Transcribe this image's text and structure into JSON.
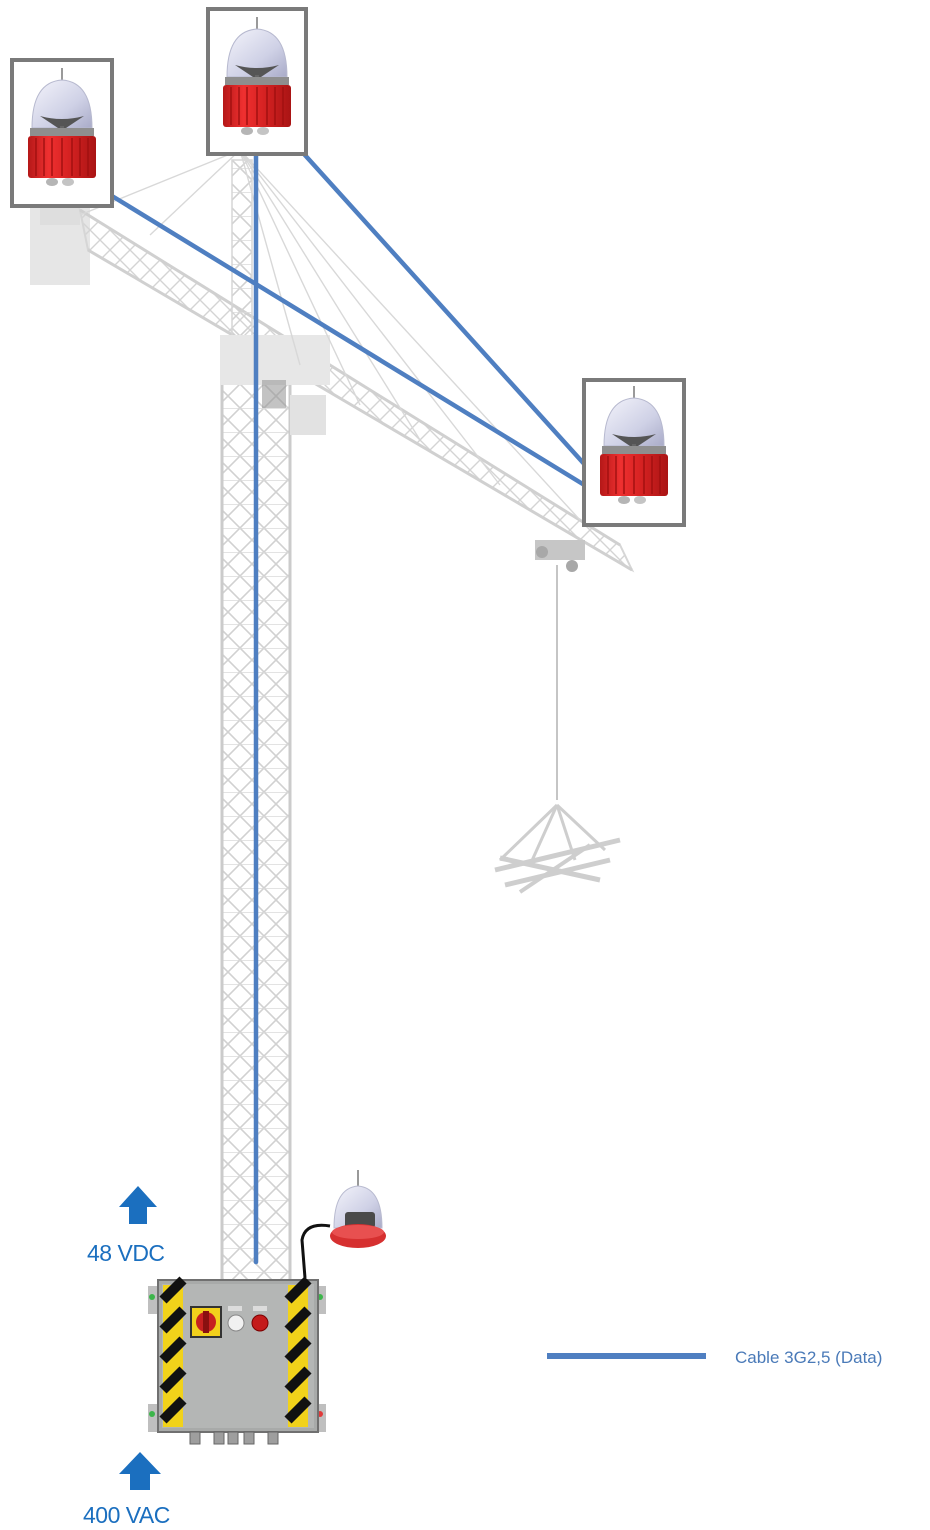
{
  "labels": {
    "dc_input": "48 VDC",
    "ac_input": "400 VAC"
  },
  "legend": {
    "cable_label": "Cable 3G2,5 (Data)",
    "cable_color": "#4f7fc1"
  },
  "colors": {
    "arrow": "#1b6fbf",
    "crane": "#d7d7d7",
    "frame": "#7a7a7a",
    "light_red": "#e52a2a",
    "hazard_yellow": "#f1d21a"
  },
  "components": {
    "obstruction_lights": 3,
    "ground_light": "ground-obstruction-light",
    "control_box": "control-cabinet"
  }
}
